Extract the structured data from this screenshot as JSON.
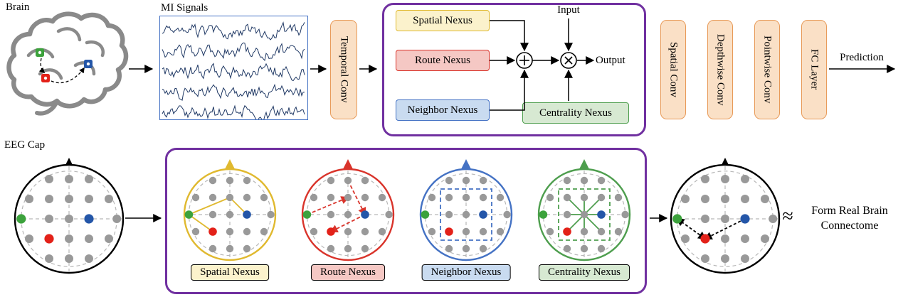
{
  "pipeline": {
    "brain_label": "Brain",
    "mi_signals_label": "MI Signals",
    "temporal_conv_label": "Temporal Conv",
    "spatial_conv_label": "Spatial Conv",
    "depthwise_conv_label": "Depthwise Conv",
    "pointwise_conv_label": "Pointwise Conv",
    "fc_layer_label": "FC Layer",
    "prediction_label": "Prediction"
  },
  "nexus_module": {
    "blocks": [
      {
        "label": "Spatial Nexus"
      },
      {
        "label": "Route Nexus"
      },
      {
        "label": "Neighbor Nexus"
      },
      {
        "label": "Centrality Nexus"
      }
    ],
    "input_label": "Input",
    "output_label": "Output",
    "sum_operator": "⊕",
    "product_operator": "⊗"
  },
  "connectome": {
    "eeg_cap_label": "EEG Cap",
    "head_captions": [
      "Spatial Nexus",
      "Route Nexus",
      "Neighbor Nexus",
      "Centrality Nexus"
    ],
    "approx_symbol": "≈",
    "result_line1": "Form Real Brain",
    "result_line2": "Connectome"
  },
  "colors": {
    "orange_fill": "#FAE0C6",
    "orange_border": "#E89B5A",
    "yellow_fill": "#FBF2CC",
    "yellow_border": "#E0B92F",
    "red_fill": "#F5C8C4",
    "red_border": "#D9342B",
    "blue_fill": "#C9DBF0",
    "blue_border": "#4472C4",
    "green_fill": "#D7E9D2",
    "green_border": "#4E9E4E",
    "purple_border": "#7030A0",
    "signal": "#1F3864",
    "electrode_gray": "#999999",
    "electrode_green": "#3CA23C",
    "electrode_blue": "#2456A8",
    "electrode_red": "#E32119"
  }
}
